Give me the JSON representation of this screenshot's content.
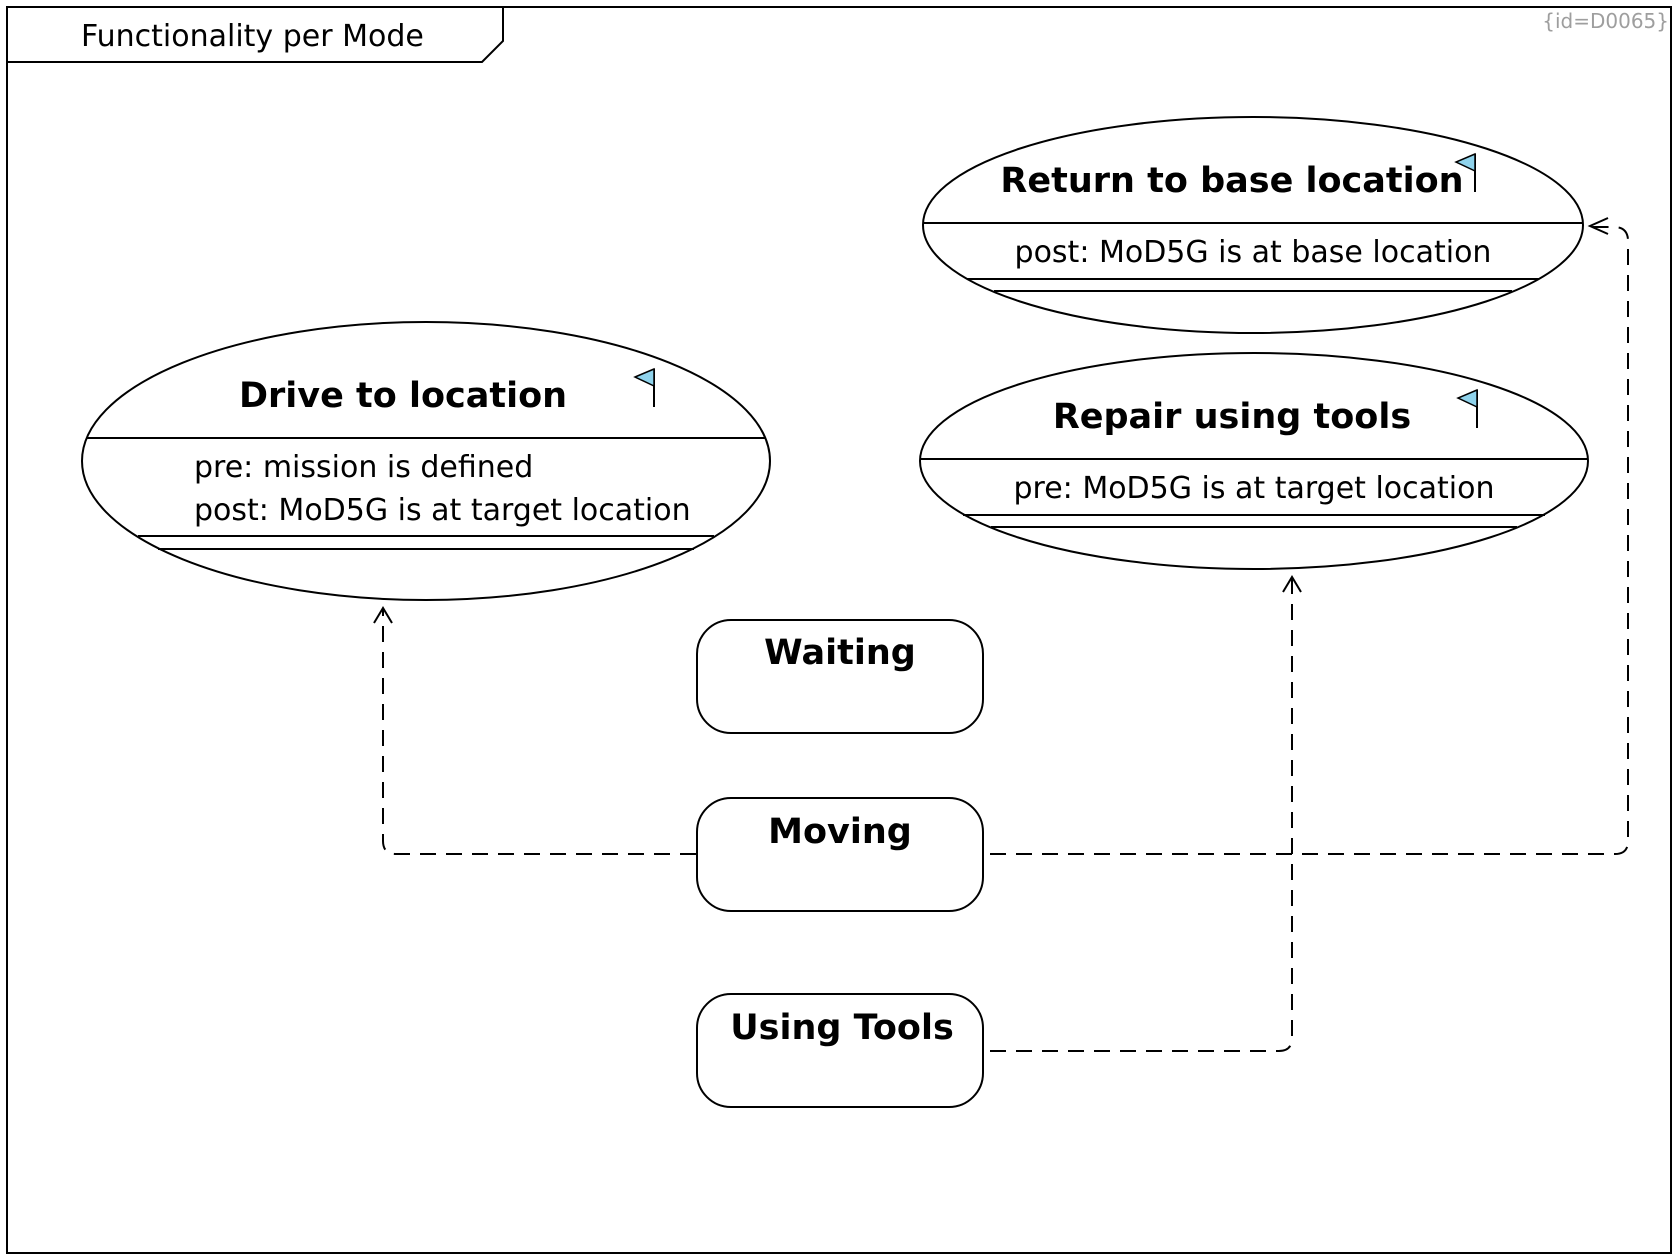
{
  "frame": {
    "title": "Functionality per Mode",
    "id_tag": "{id=D0065}"
  },
  "use_cases": [
    {
      "title": "Drive to location",
      "conditions": [
        "pre: mission is defined",
        "post: MoD5G is at target location"
      ]
    },
    {
      "title": "Return to base location",
      "conditions": [
        "post: MoD5G is at base location"
      ]
    },
    {
      "title": "Repair using tools",
      "conditions": [
        "pre: MoD5G is at target location"
      ]
    }
  ],
  "modes": [
    {
      "label": "Waiting"
    },
    {
      "label": "Moving"
    },
    {
      "label": "Using Tools"
    }
  ],
  "dependencies": [
    {
      "from": "Moving",
      "to": "Drive to location"
    },
    {
      "from": "Moving",
      "to": "Return to base location"
    },
    {
      "from": "Using Tools",
      "to": "Repair using tools"
    }
  ],
  "colors": {
    "flag": "#8fd3ec",
    "id_tag": "#9e9e9e"
  }
}
